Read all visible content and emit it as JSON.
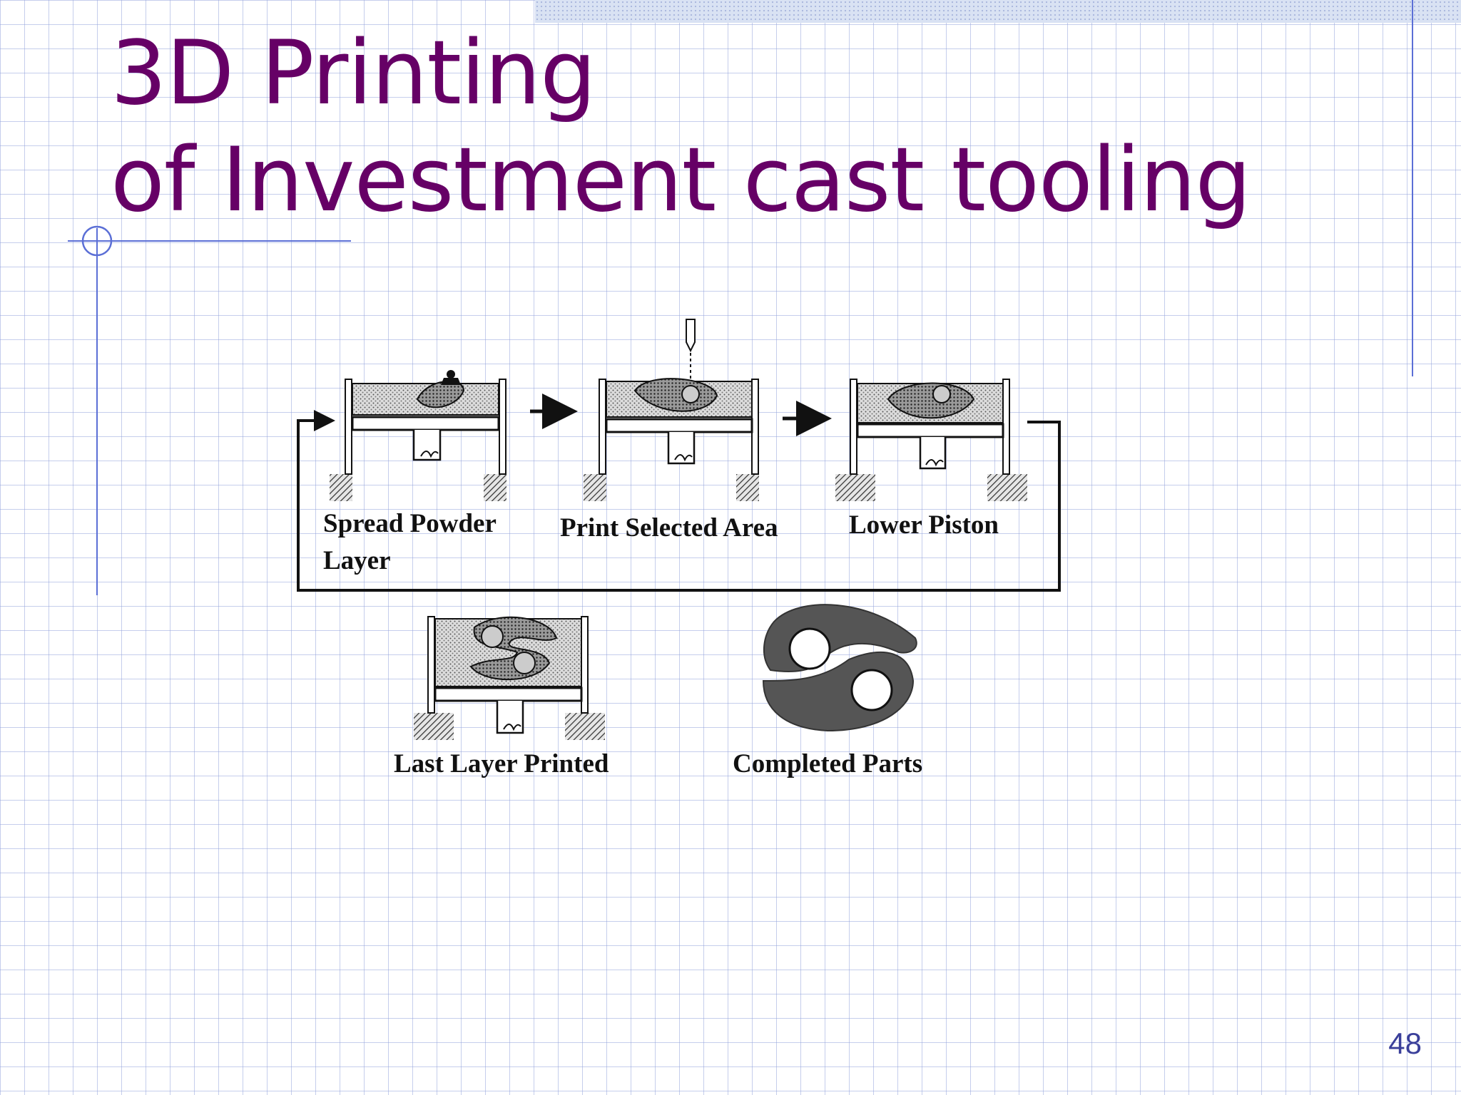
{
  "slide": {
    "title_line1": "3D Printing",
    "title_line2": "of Investment cast tooling",
    "page_number": "48"
  },
  "diagram": {
    "steps": {
      "spread_line1": "Spread Powder",
      "spread_line2": "Layer",
      "print": "Print Selected Area",
      "lower": "Lower Piston",
      "last": "Last Layer Printed",
      "completed": "Completed Parts"
    }
  },
  "colors": {
    "title": "#660066",
    "grid": "#96a5dc",
    "accent_line": "#5b6fd6",
    "page_number": "#3a3f9a"
  }
}
